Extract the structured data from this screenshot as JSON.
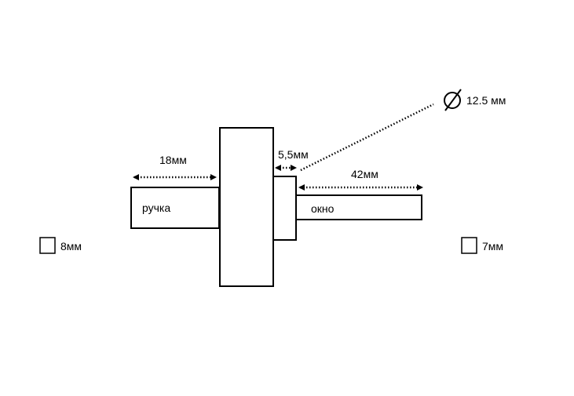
{
  "diagram": {
    "labels": {
      "handle_length": "18мм",
      "handle_name": "ручка",
      "gap": "5,5мм",
      "window_length": "42мм",
      "window_name": "окно",
      "diameter": "12.5 мм",
      "left_square": "8мм",
      "right_square": "7мм"
    },
    "icons": {
      "diameter": "diameter-symbol-icon",
      "square": "square-section-icon"
    },
    "colors": {
      "stroke": "#000000",
      "background": "#ffffff"
    }
  }
}
